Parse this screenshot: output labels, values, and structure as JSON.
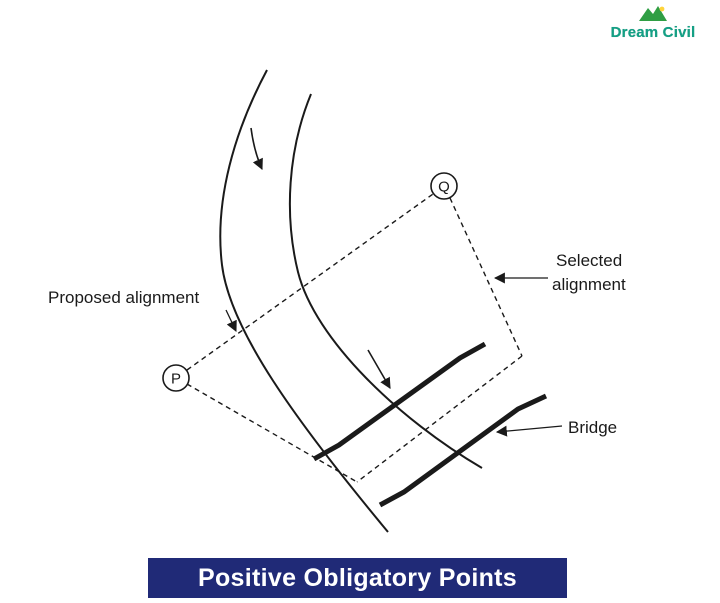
{
  "brand": {
    "name": "Dream Civil"
  },
  "diagram": {
    "labels": {
      "proposed_alignment": "Proposed alignment",
      "selected_alignment_line1": "Selected",
      "selected_alignment_line2": "alignment",
      "bridge": "Bridge"
    },
    "points": {
      "p": "P",
      "q": "Q"
    }
  },
  "banner": {
    "title": "Positive Obligatory Points"
  },
  "colors": {
    "banner_background": "#202a77",
    "banner_text": "#ffffff",
    "brand_green": "#14a085",
    "line_ink": "#1a1a1a"
  }
}
